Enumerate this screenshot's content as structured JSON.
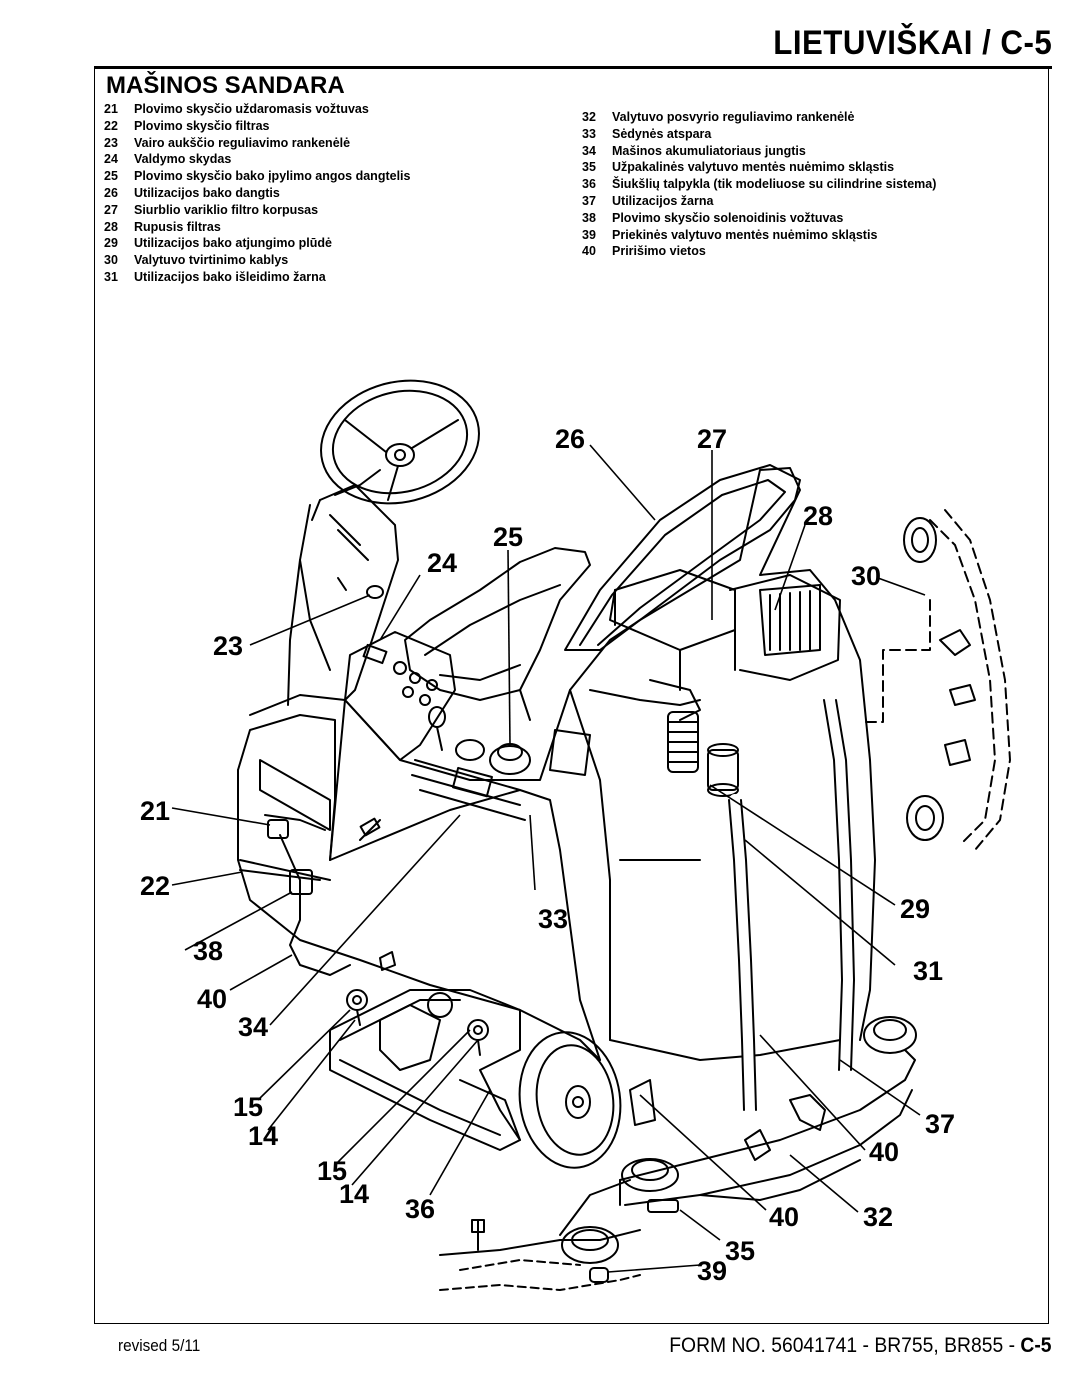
{
  "header": {
    "title": "LIETUVIŠKAI / C-5"
  },
  "section": {
    "title": "MAŠINOS SANDARA"
  },
  "legend_left": [
    {
      "num": "21",
      "text": "Plovimo skysčio uždaromasis vožtuvas"
    },
    {
      "num": "22",
      "text": "Plovimo skysčio filtras"
    },
    {
      "num": "23",
      "text": "Vairo aukščio reguliavimo rankenėlė"
    },
    {
      "num": "24",
      "text": "Valdymo skydas"
    },
    {
      "num": "25",
      "text": "Plovimo skysčio bako įpylimo angos dangtelis"
    },
    {
      "num": "26",
      "text": "Utilizacijos bako dangtis"
    },
    {
      "num": "27",
      "text": "Siurblio variklio filtro korpusas"
    },
    {
      "num": "28",
      "text": "Rupusis filtras"
    },
    {
      "num": "29",
      "text": "Utilizacijos bako atjungimo plūdė"
    },
    {
      "num": "30",
      "text": "Valytuvo tvirtinimo kablys"
    },
    {
      "num": "31",
      "text": "Utilizacijos bako išleidimo žarna"
    }
  ],
  "legend_right": [
    {
      "num": "32",
      "text": "Valytuvo posvyrio reguliavimo rankenėlė"
    },
    {
      "num": "33",
      "text": "Sėdynės atspara"
    },
    {
      "num": "34",
      "text": "Mašinos akumuliatoriaus jungtis"
    },
    {
      "num": "35",
      "text": "Užpakalinės valytuvo mentės nuėmimo skląstis"
    },
    {
      "num": "36",
      "text": "Šiukšlių talpykla (tik modeliuose su cilindrine sistema)"
    },
    {
      "num": "37",
      "text": "Utilizacijos žarna"
    },
    {
      "num": "38",
      "text": "Plovimo skysčio solenoidinis vožtuvas"
    },
    {
      "num": "39",
      "text": "Priekinės valytuvo mentės nuėmimo skląstis"
    },
    {
      "num": "40",
      "text": "Pririšimo vietos"
    }
  ],
  "callouts": [
    "26",
    "27",
    "28",
    "25",
    "24",
    "30",
    "23",
    "21",
    "22",
    "33",
    "29",
    "38",
    "31",
    "40",
    "34",
    "15",
    "14",
    "37",
    "40",
    "15",
    "14",
    "36",
    "40",
    "32",
    "35",
    "39"
  ],
  "footer": {
    "revised": "revised 5/11",
    "form": "FORM NO. 56041741 - BR755, BR855 - ",
    "page": "C-5"
  }
}
